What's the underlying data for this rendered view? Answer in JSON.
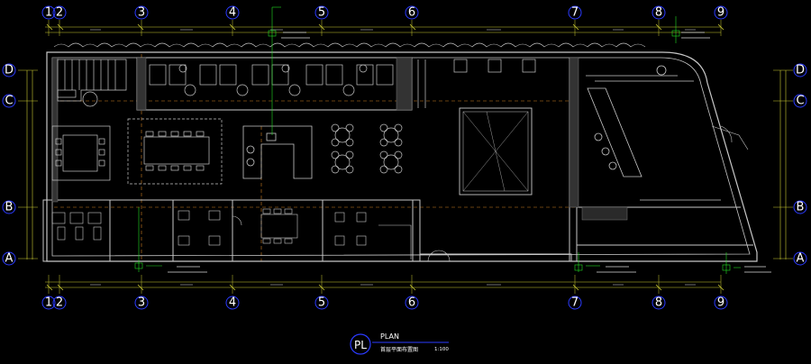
{
  "colors": {
    "background": "#000000",
    "wall": "#c8c8c8",
    "grid_bubble": "#2b3bff",
    "grid_label": "#ffffff",
    "dimension": "#cccc33",
    "centerline": "#d08020",
    "annotation": "#22dd22",
    "furniture": "#bfbfbf",
    "title_line": "#2b3bff"
  },
  "grid": {
    "top": [
      "1",
      "2",
      "3",
      "4",
      "5",
      "6",
      "7",
      "8",
      "9"
    ],
    "bottom": [
      "1",
      "2",
      "3",
      "4",
      "5",
      "6",
      "7",
      "8",
      "9"
    ],
    "left": [
      "D",
      "C",
      "B",
      "A"
    ],
    "right": [
      "D",
      "C",
      "B",
      "A"
    ]
  },
  "title": {
    "symbol": "PL",
    "name": "PLAN",
    "subtitle": "首层平面布置图",
    "scale": "1:100"
  }
}
